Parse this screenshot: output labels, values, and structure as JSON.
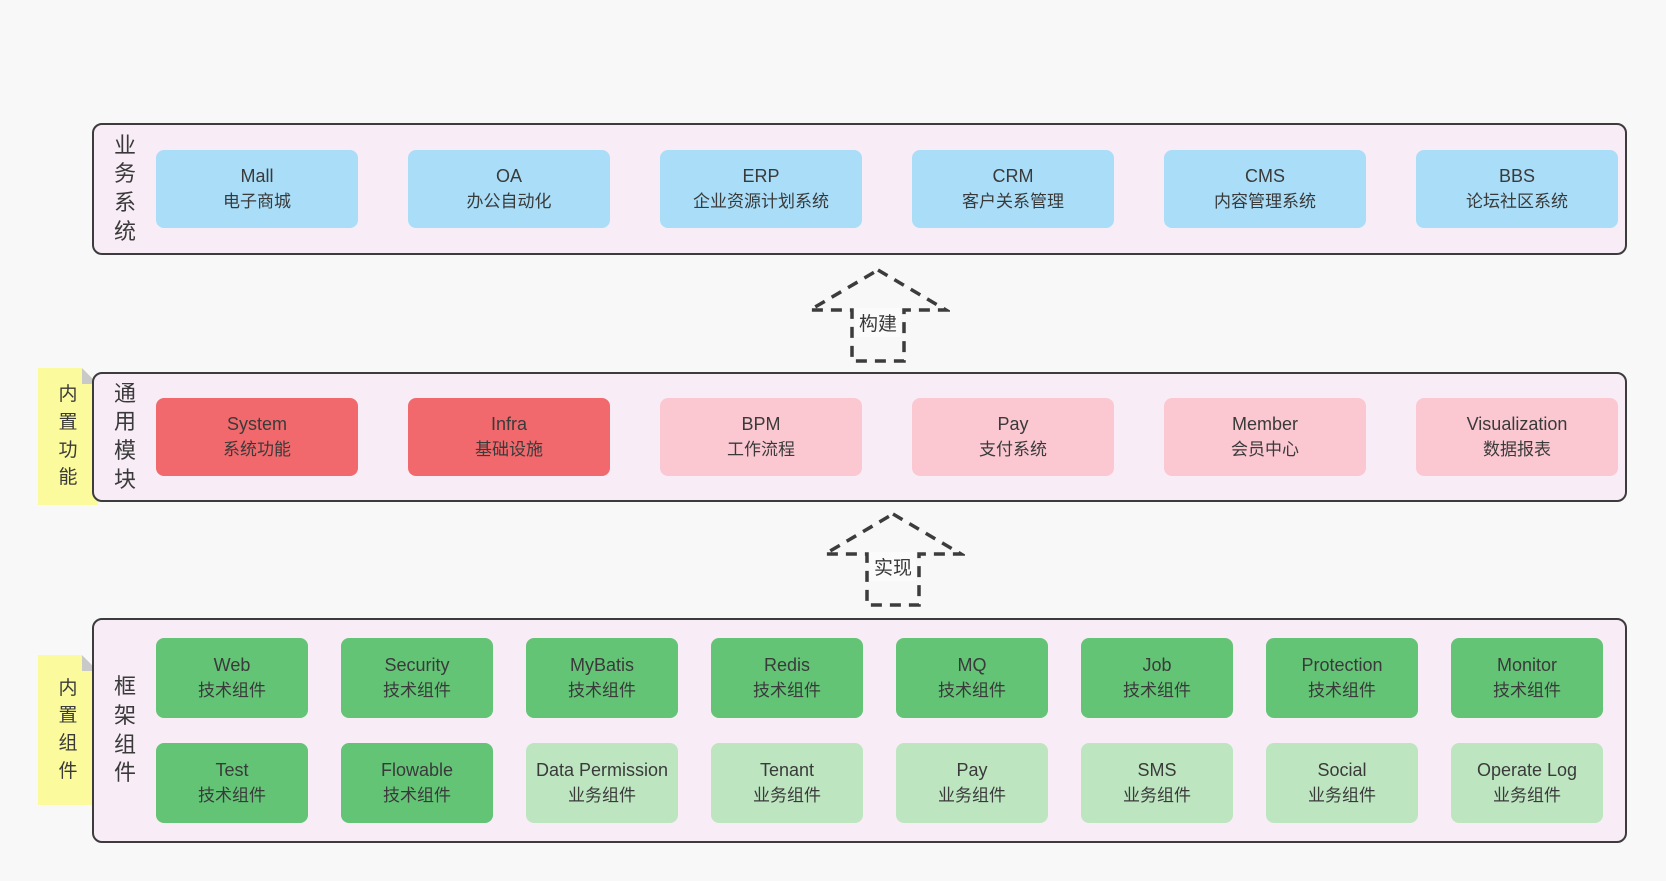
{
  "colors": {
    "page-bg": "#f8f8f8",
    "panel-bg": "#f8edf6",
    "panel-border": "#3c3c3c",
    "blue": "#a9ddf8",
    "red": "#f1696c",
    "pink": "#fbc8d2",
    "green": "#63c476",
    "lightgreen": "#bde6c0",
    "sticky": "#fbfa9c",
    "sticky-fold": "#c9c9c9",
    "text": "#3a3a3a"
  },
  "layers": {
    "business": {
      "label": "业务系统",
      "boxes": [
        {
          "en": "Mall",
          "zh": "电子商城"
        },
        {
          "en": "OA",
          "zh": "办公自动化"
        },
        {
          "en": "ERP",
          "zh": "企业资源计划系统"
        },
        {
          "en": "CRM",
          "zh": "客户关系管理"
        },
        {
          "en": "CMS",
          "zh": "内容管理系统"
        },
        {
          "en": "BBS",
          "zh": "论坛社区系统"
        }
      ]
    },
    "modules": {
      "label": "通用模块",
      "note": "内置功能",
      "boxes": [
        {
          "en": "System",
          "zh": "系统功能"
        },
        {
          "en": "Infra",
          "zh": "基础设施"
        },
        {
          "en": "BPM",
          "zh": "工作流程"
        },
        {
          "en": "Pay",
          "zh": "支付系统"
        },
        {
          "en": "Member",
          "zh": "会员中心"
        },
        {
          "en": "Visualization",
          "zh": "数据报表"
        }
      ]
    },
    "components": {
      "label": "框架组件",
      "note": "内置组件",
      "row1": [
        {
          "en": "Web",
          "zh": "技术组件"
        },
        {
          "en": "Security",
          "zh": "技术组件"
        },
        {
          "en": "MyBatis",
          "zh": "技术组件"
        },
        {
          "en": "Redis",
          "zh": "技术组件"
        },
        {
          "en": "MQ",
          "zh": "技术组件"
        },
        {
          "en": "Job",
          "zh": "技术组件"
        },
        {
          "en": "Protection",
          "zh": "技术组件"
        },
        {
          "en": "Monitor",
          "zh": "技术组件"
        }
      ],
      "row2": [
        {
          "en": "Test",
          "zh": "技术组件"
        },
        {
          "en": "Flowable",
          "zh": "技术组件"
        },
        {
          "en": "Data Permission",
          "zh": "业务组件"
        },
        {
          "en": "Tenant",
          "zh": "业务组件"
        },
        {
          "en": "Pay",
          "zh": "业务组件"
        },
        {
          "en": "SMS",
          "zh": "业务组件"
        },
        {
          "en": "Social",
          "zh": "业务组件"
        },
        {
          "en": "Operate Log",
          "zh": "业务组件"
        }
      ]
    }
  },
  "arrows": {
    "build": "构建",
    "implement": "实现"
  }
}
